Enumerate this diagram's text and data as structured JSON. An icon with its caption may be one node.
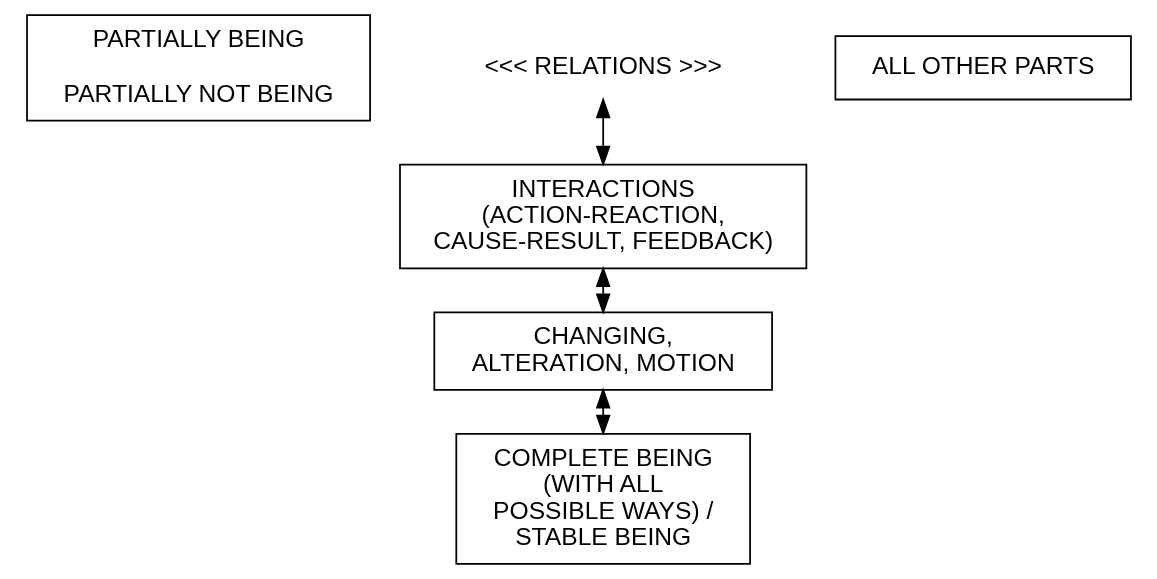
{
  "diagram": {
    "nodes": [
      {
        "text": [
          "PARTIALLY BEING",
          "PARTIALLY NOT BEING"
        ]
      },
      {
        "text": [
          "<<< RELATIONS >>>"
        ]
      },
      {
        "text": [
          "ALL OTHER PARTS"
        ]
      },
      {
        "text": [
          "INTERACTIONS (ACTION-REACTION, CAUSE-RESULT, FEEDBACK)"
        ]
      },
      {
        "text": [
          "CHANGING, ALTERATION, MOTION"
        ]
      },
      {
        "text": [
          "COMPLETE BEING (WITH ALL POSSIBLE WAYS) / STABLE BEING"
        ]
      }
    ],
    "edges": [
      {
        "from": 1,
        "to": 3,
        "arrow": "both"
      },
      {
        "from": 3,
        "to": 4,
        "arrow": "both"
      },
      {
        "from": 4,
        "to": 5,
        "arrow": "both"
      }
    ]
  }
}
